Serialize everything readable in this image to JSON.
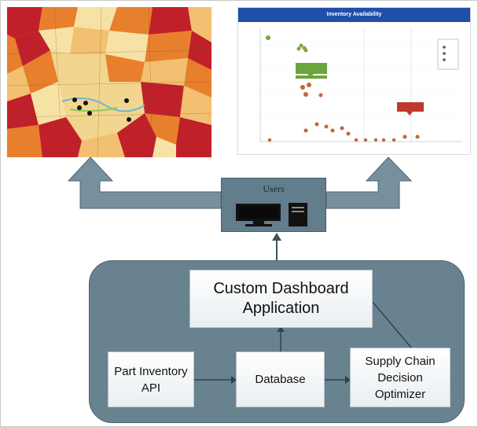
{
  "chart": {
    "title": "Inventory Availability"
  },
  "architecture": {
    "users_label": "Users",
    "dashboard_lines": [
      "Custom Dashboard",
      "Application"
    ],
    "inventory_lines": [
      "Part Inventory",
      "API"
    ],
    "database_label": "Database",
    "optimizer_lines": [
      "Supply Chain",
      "Decision",
      "Optimizer"
    ]
  },
  "colors": {
    "map_dark_red": "#c0202a",
    "map_orange": "#e87f2c",
    "map_tan": "#f2d58e",
    "chart_header": "#1f4fa8",
    "node_green": "#6aa63a",
    "node_red": "#c0392b",
    "arch_fill": "#68828f",
    "arrow_fill": "#7790a0"
  },
  "icons": [
    "desktop-monitor-icon",
    "desktop-tower-icon"
  ]
}
